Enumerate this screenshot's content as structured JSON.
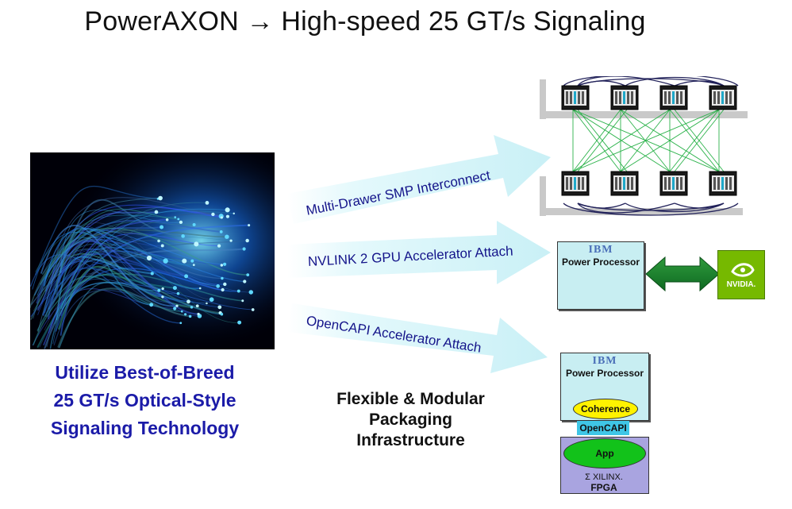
{
  "title": "PowerAXON → High-speed 25 GT/s Signaling",
  "left_caption": [
    "Utilize Best-of-Breed",
    "25 GT/s Optical-Style",
    "Signaling Technology"
  ],
  "center_caption": [
    "Flexible & Modular",
    "Packaging",
    "Infrastructure"
  ],
  "arrows": [
    {
      "label": "Multi-Drawer SMP Interconnect"
    },
    {
      "label": "NVLINK 2 GPU Accelerator Attach"
    },
    {
      "label": "OpenCAPI Accelerator Attach"
    }
  ],
  "gpu_diagram": {
    "ibm_logo": "IBM",
    "processor_label": "Power Processor",
    "nvidia_logo": "NVIDIA."
  },
  "fpga_diagram": {
    "ibm_logo": "IBM",
    "processor_label": "Power Processor",
    "coherence_label": "Coherence",
    "opencapi_label": "OpenCAPI",
    "app_label": "App",
    "xilinx_label": "Σ XILINX.",
    "fpga_label": "FPGA"
  },
  "colors": {
    "caption_blue": "#1b1ba8",
    "arrow_cyan": "#dff8fb",
    "processor_fill": "#c8eef2",
    "nvidia_green": "#76b900",
    "link_green": "#1f9a33",
    "coherence_yellow": "#fff200",
    "opencapi_cyan": "#3fc6e6",
    "app_green": "#12c21a",
    "fpga_purple": "#a9a4e0"
  },
  "icons": [
    "optical-fiber-bundle-image",
    "smp-drawer-chip-icon",
    "bidirectional-arrow-icon",
    "nvidia-logo-icon",
    "xilinx-logo-icon"
  ]
}
